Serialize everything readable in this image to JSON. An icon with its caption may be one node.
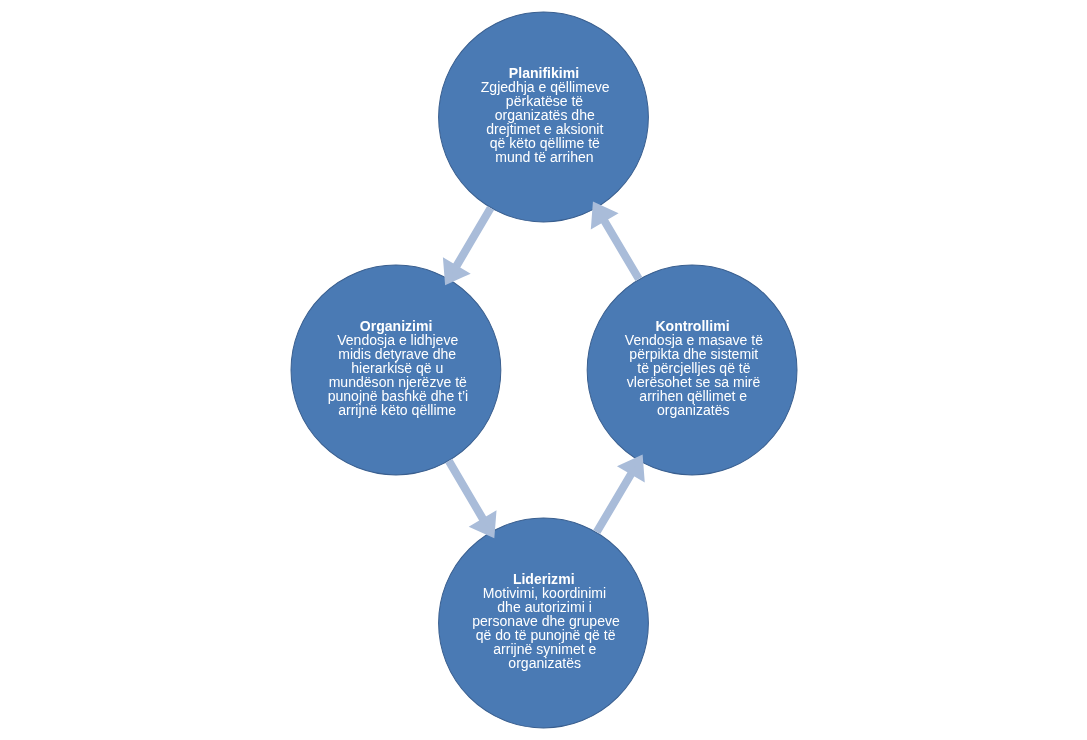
{
  "diagram": {
    "nodes": [
      {
        "text": [
          "Planifikimi",
          "Zgjedhja e qëllimeve përkatëse të organizatës dhe drejtimet e aksionit që këto qëllime të mund të arrihen"
        ]
      },
      {
        "text": [
          "Organizimi",
          "Vendosja e lidhjeve midis detyrave dhe hierarkisë që u mundëson njerëzve të punojnë bashkë dhe t’i arrijnë këto qëllime"
        ]
      },
      {
        "text": [
          "Liderizmi",
          "Motivimi, koordinimi dhe autorizimi i personave dhe grupeve që do të punojnë që të arrijnë synimet e organizatës"
        ]
      },
      {
        "text": [
          "Kontrollimi",
          "Vendosja e masave të përpikta dhe sistemit të përcjelljes që të vlerësohet se sa mirë arrihen qëllimet e organizatës"
        ]
      }
    ],
    "edges": [
      {
        "from": 0,
        "to": 1,
        "arrow": "to"
      },
      {
        "from": 1,
        "to": 2,
        "arrow": "to"
      },
      {
        "from": 2,
        "to": 3,
        "arrow": "to"
      },
      {
        "from": 3,
        "to": 0,
        "arrow": "to"
      }
    ]
  }
}
